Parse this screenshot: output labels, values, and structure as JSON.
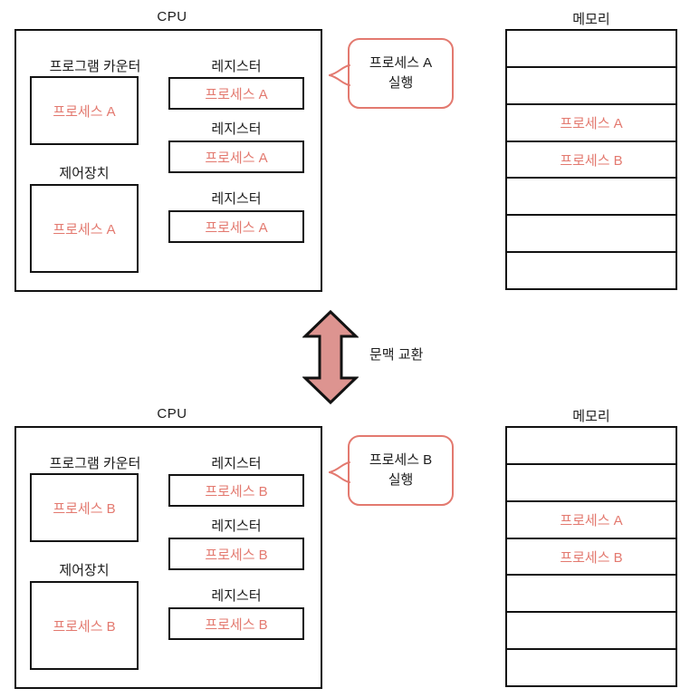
{
  "colors": {
    "process_text": "#e3796f",
    "outline": "#121212",
    "bubble_border": "#e3796f",
    "arrow_fill": "#dd9490",
    "arrow_stroke": "#121212",
    "background": "#ffffff"
  },
  "labels": {
    "cpu": "CPU",
    "memory": "메모리",
    "program_counter": "프로그램 카운터",
    "control_unit": "제어장치",
    "register": "레지스터",
    "context_switch": "문맥 교환",
    "run": "실행"
  },
  "processes": {
    "a": "프로세스 A",
    "b": "프로세스 B"
  },
  "top": {
    "cpu": {
      "title": "CPU",
      "program_counter": {
        "label": "프로그램 카운터",
        "value": "프로세스 A"
      },
      "control_unit": {
        "label": "제어장치",
        "value": "프로세스 A"
      },
      "registers": [
        {
          "label": "레지스터",
          "value": "프로세스 A"
        },
        {
          "label": "레지스터",
          "value": "프로세스 A"
        },
        {
          "label": "레지스터",
          "value": "프로세스 A"
        }
      ]
    },
    "bubble": {
      "line1": "프로세스 A",
      "line2": "실행"
    },
    "memory": {
      "title": "메모리",
      "rows": [
        "",
        "",
        "프로세스 A",
        "프로세스 B",
        "",
        "",
        ""
      ]
    }
  },
  "switch": {
    "label": "문맥 교환",
    "direction": "bidirectional"
  },
  "bottom": {
    "cpu": {
      "title": "CPU",
      "program_counter": {
        "label": "프로그램 카운터",
        "value": "프로세스 B"
      },
      "control_unit": {
        "label": "제어장치",
        "value": "프로세스 B"
      },
      "registers": [
        {
          "label": "레지스터",
          "value": "프로세스 B"
        },
        {
          "label": "레지스터",
          "value": "프로세스 B"
        },
        {
          "label": "레지스터",
          "value": "프로세스 B"
        }
      ]
    },
    "bubble": {
      "line1": "프로세스 B",
      "line2": "실행"
    },
    "memory": {
      "title": "메모리",
      "rows": [
        "",
        "",
        "프로세스 A",
        "프로세스 B",
        "",
        "",
        ""
      ]
    }
  }
}
